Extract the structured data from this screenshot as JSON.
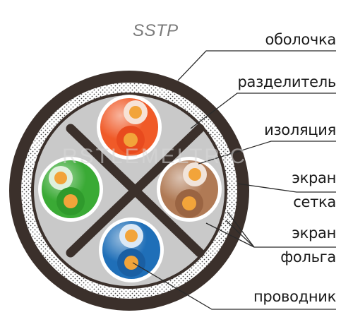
{
  "title": "SSTP",
  "watermark": "RSTLEMELTRIC",
  "labels": {
    "sheath": "оболочка",
    "separator": "разделитель",
    "insulation": "изоляция",
    "mesh_screen_line1": "экран",
    "mesh_screen_line2": "сетка",
    "foil_screen_line1": "экран",
    "foil_screen_line2": "фольга",
    "conductor": "проводник"
  },
  "colors": {
    "sheath": "#3b302b",
    "braid": "#ffffff",
    "fill": "#c8c8c8",
    "separator": "#3b302b",
    "pair_orange": "#f05a28",
    "pair_green": "#3aaa35",
    "pair_brown": "#b07a55",
    "pair_blue": "#1f6fb8",
    "copper": "#f2a43a",
    "leader_line": "#2a2a2a"
  }
}
